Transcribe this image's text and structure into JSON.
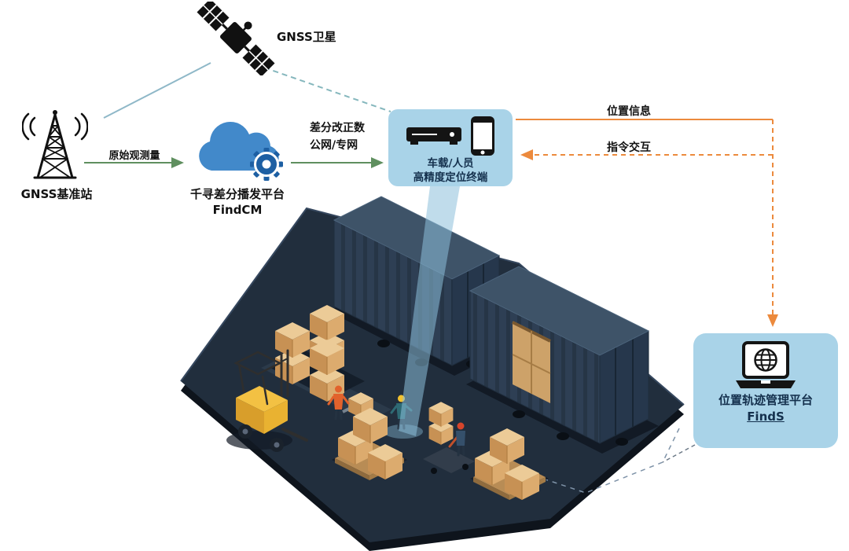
{
  "diagram": {
    "satellite": {
      "label": "GNSS卫星"
    },
    "base_station": {
      "label": "GNSS基准站"
    },
    "cloud_platform": {
      "label": "千寻差分播发平台",
      "name": "FindCM"
    },
    "terminal": {
      "line1": "车载/人员",
      "line2": "高精度定位终端"
    },
    "management_platform": {
      "label": "位置轨迹管理平台",
      "name": "FindS"
    },
    "links": {
      "raw_observation": "原始观测量",
      "correction_line1": "差分改正数",
      "correction_line2": "公网/专网",
      "position_info": "位置信息",
      "command_interaction": "指令交互"
    },
    "icons": {
      "satellite": "gnss-satellite-icon",
      "base_station": "radio-tower-icon",
      "cloud_platform": "cloud-gear-icon",
      "terminal_receiver": "receiver-box-icon",
      "terminal_phone": "smartphone-icon",
      "management_platform": "laptop-globe-icon"
    },
    "colors": {
      "node_background": "#a9d3e8",
      "node_text": "#14304d",
      "arrow_green": "#5f8f5f",
      "arrow_orange": "#ec8a3d",
      "link_blue": "#8fb8c8",
      "beam_blue": "#8dbfdb",
      "cloud_blue": "#4289ca",
      "gear_blue": "#1d5fa3",
      "container_navy": "#2e3f54",
      "carton_tan": "#dcab6e",
      "forklift_yellow": "#e9b231"
    }
  }
}
